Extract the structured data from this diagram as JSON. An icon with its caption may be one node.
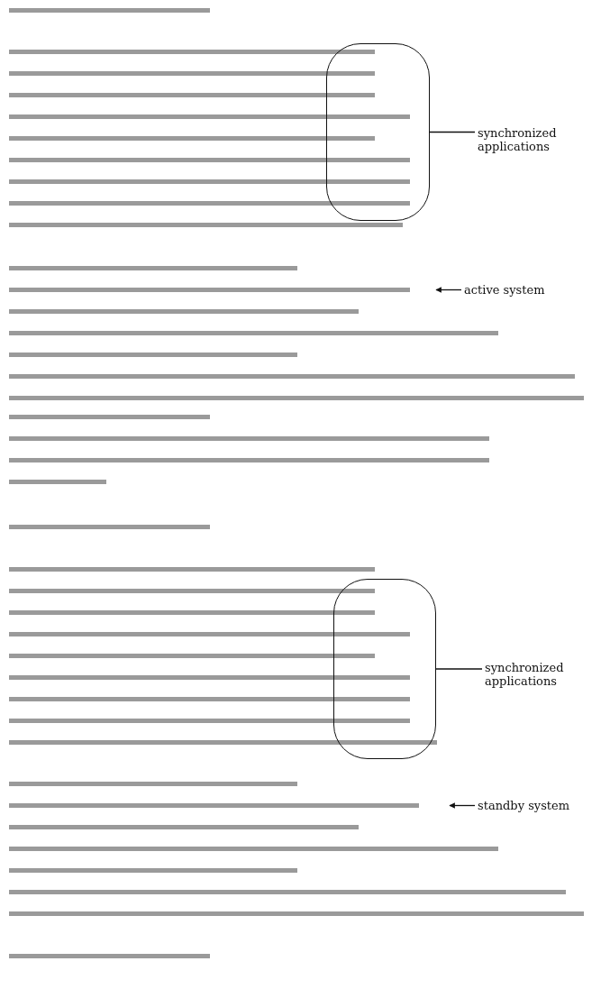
{
  "diagram": {
    "nodes": [
      {
        "text": [],
        "shape": "box"
      },
      {
        "text": [
          "synchronized applications"
        ]
      },
      {
        "text": [
          "active system"
        ]
      },
      {
        "text": [],
        "shape": "box"
      },
      {
        "text": [
          "synchronized applications"
        ]
      },
      {
        "text": [
          "standby system"
        ]
      }
    ],
    "edges": [
      {
        "from": 1,
        "to": 0,
        "arrow": "none"
      },
      {
        "from": 2,
        "to": null,
        "arrow": "to"
      },
      {
        "from": 4,
        "to": 3,
        "arrow": "none"
      },
      {
        "from": 5,
        "to": null,
        "arrow": "to"
      }
    ]
  }
}
